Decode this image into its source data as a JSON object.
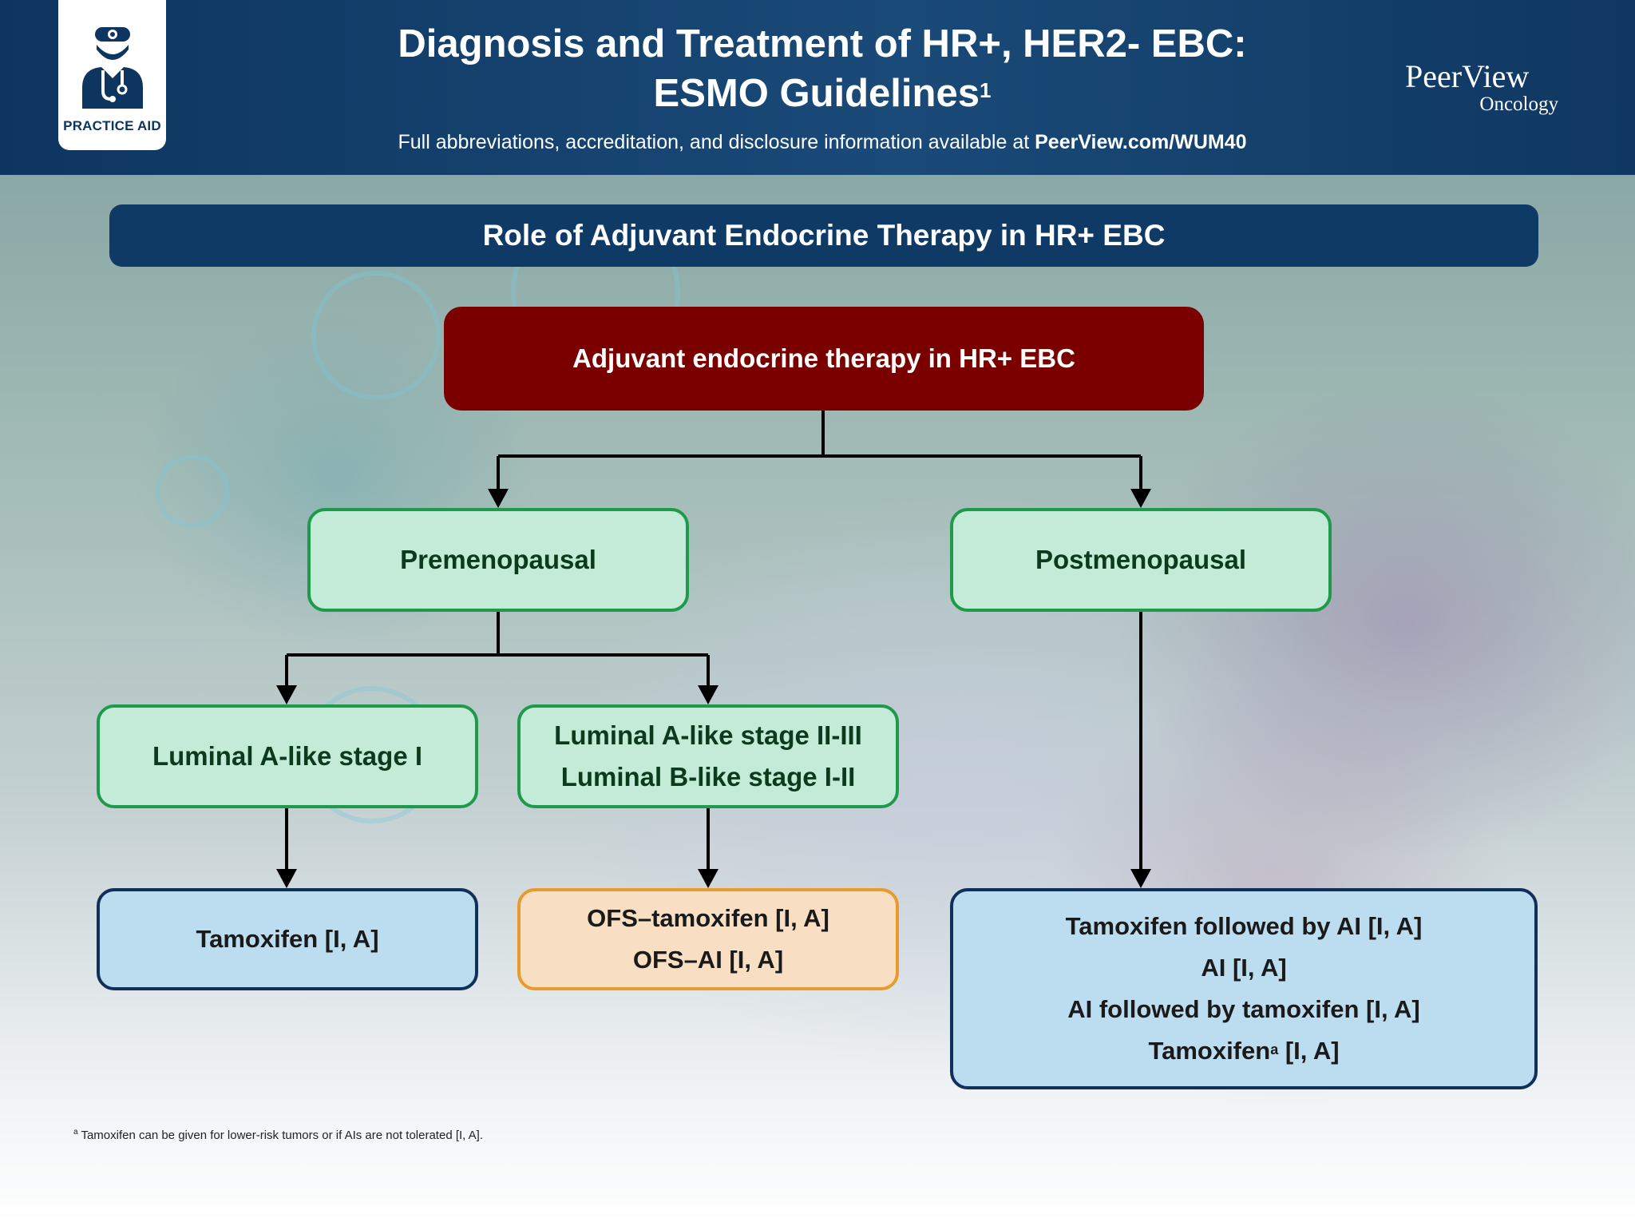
{
  "header": {
    "badge_label": "PRACTICE AID",
    "title_line1": "Diagnosis and Treatment of HR+, HER2- EBC:",
    "title_line2": "ESMO Guidelines",
    "title_superscript": "1",
    "subtitle_text": "Full abbreviations, accreditation, and disclosure information available at ",
    "subtitle_link": "PeerView.com/WUM40",
    "brand_main": "PeerView",
    "brand_sub": "Oncology"
  },
  "banner": {
    "title": "Role of Adjuvant Endocrine Therapy in HR+ EBC"
  },
  "flowchart": {
    "root": "Adjuvant endocrine therapy in HR+ EBC",
    "premenopausal": "Premenopausal",
    "postmenopausal": "Postmenopausal",
    "luminal_a_stage_1": "Luminal A-like stage I",
    "luminal_group_line1": "Luminal A-like stage II-III",
    "luminal_group_line2": "Luminal B-like stage I-II",
    "tamoxifen": "Tamoxifen [I, A]",
    "ofs_line1": "OFS–tamoxifen [I, A]",
    "ofs_line2": "OFS–AI [I, A]",
    "post_line1": "Tamoxifen followed by AI [I, A]",
    "post_line2": "AI [I, A]",
    "post_line3": "AI followed by tamoxifen [I, A]",
    "post_line4_main": "Tamoxifen",
    "post_line4_sup": "a",
    "post_line4_rest": " [I, A]"
  },
  "footnote": {
    "marker": "a",
    "text": " Tamoxifen can be given for lower-risk tumors or if AIs are not tolerated [I, A]."
  },
  "colors": {
    "header_navy": "#0e3560",
    "root_red": "#7a0000",
    "green_border": "#1f9a4b",
    "green_fill": "#c4ead8",
    "blue_fill": "#bcdcf0",
    "orange_border": "#e89a2c",
    "orange_fill": "#f8dfc4"
  }
}
